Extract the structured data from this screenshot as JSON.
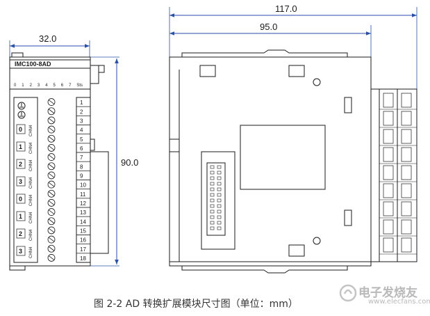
{
  "dimensions": {
    "front_width": "32.0",
    "height": "90.0",
    "overall_width": "117.0",
    "body_width": "95.0"
  },
  "module": {
    "model": "IMC100-8AD",
    "indicator_labels": [
      "0",
      "1",
      "2",
      "3",
      "4",
      "5",
      "6",
      "7",
      "Sts"
    ],
    "terminal_numbers": [
      "1",
      "2",
      "3",
      "4",
      "5",
      "6",
      "7",
      "8",
      "9",
      "10",
      "11",
      "12",
      "13",
      "14",
      "15",
      "16",
      "17",
      "18"
    ],
    "channel_labels": [
      "0",
      "1",
      "2",
      "3",
      "0",
      "1",
      "2",
      "3"
    ],
    "vertical_labels": [
      "CHN4",
      "CHN4",
      "CHN4",
      "CHN4",
      "CHN4",
      "CHN4",
      "CHN4",
      "CHN4"
    ]
  },
  "caption": "图 2-2  AD 转换扩展模块尺寸图（单位：mm）",
  "watermark": {
    "text": "电子发烧友",
    "url": "www.elecfans.com"
  }
}
